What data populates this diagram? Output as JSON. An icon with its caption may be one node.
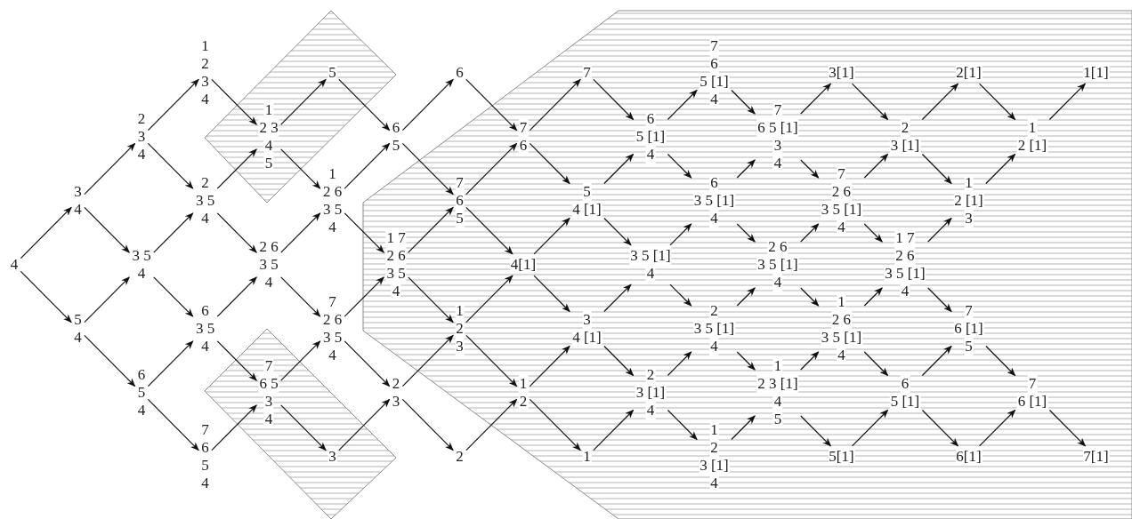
{
  "diagram": {
    "nodes": [
      {
        "text": [
          "4"
        ]
      },
      {
        "text": [
          "3",
          "4"
        ]
      },
      {
        "text": [
          "5",
          "4"
        ]
      },
      {
        "text": [
          "2",
          "3",
          "4"
        ]
      },
      {
        "text": [
          "3 5",
          "4"
        ]
      },
      {
        "text": [
          "6",
          "5",
          "4"
        ]
      },
      {
        "text": [
          "1",
          "2",
          "3",
          "4"
        ]
      },
      {
        "text": [
          "2",
          "3 5",
          "4"
        ]
      },
      {
        "text": [
          "6",
          "3 5",
          "4"
        ]
      },
      {
        "text": [
          "7",
          "6",
          "5",
          "4"
        ]
      },
      {
        "text": [
          "1",
          "2 3",
          "4",
          "5"
        ]
      },
      {
        "text": [
          "2 6",
          "3 5",
          "4"
        ]
      },
      {
        "text": [
          "7",
          "6 5",
          "3",
          "4"
        ]
      },
      {
        "text": [
          "5"
        ]
      },
      {
        "text": [
          "1",
          "2 6",
          "3 5",
          "4"
        ]
      },
      {
        "text": [
          "7",
          "2 6",
          "3 5",
          "4"
        ]
      },
      {
        "text": [
          "3"
        ]
      },
      {
        "text": [
          "6",
          "5"
        ]
      },
      {
        "text": [
          "1 7",
          "2 6",
          "3 5",
          "4"
        ]
      },
      {
        "text": [
          "2",
          "3"
        ]
      },
      {
        "text": [
          "6"
        ]
      },
      {
        "text": [
          "7",
          "6",
          "5"
        ]
      },
      {
        "text": [
          "1",
          "2",
          "3"
        ]
      },
      {
        "text": [
          "2"
        ]
      },
      {
        "text": [
          "7",
          "6"
        ]
      },
      {
        "text": [
          "4[1]"
        ]
      },
      {
        "text": [
          "1",
          "2"
        ]
      },
      {
        "text": [
          "7"
        ]
      },
      {
        "text": [
          "5",
          "4 [1]"
        ]
      },
      {
        "text": [
          "3",
          "4 [1]"
        ]
      },
      {
        "text": [
          "1"
        ]
      },
      {
        "text": [
          "6",
          "5 [1]",
          "4"
        ]
      },
      {
        "text": [
          "3 5 [1]",
          "4"
        ]
      },
      {
        "text": [
          "2",
          "3 [1]",
          "4"
        ]
      },
      {
        "text": [
          "7",
          "6",
          "5 [1]",
          "4"
        ]
      },
      {
        "text": [
          "6",
          "3 5 [1]",
          "4"
        ]
      },
      {
        "text": [
          "2",
          "3 5 [1]",
          "4"
        ]
      },
      {
        "text": [
          "1",
          "2",
          "3 [1]",
          "4"
        ]
      },
      {
        "text": [
          "7",
          "6 5 [1]",
          "3",
          "4"
        ]
      },
      {
        "text": [
          "2 6",
          "3 5 [1]",
          "4"
        ]
      },
      {
        "text": [
          "1",
          "2 3 [1]",
          "4",
          "5"
        ]
      },
      {
        "text": [
          "3[1]"
        ]
      },
      {
        "text": [
          "7",
          "2 6",
          "3 5 [1]",
          "4"
        ]
      },
      {
        "text": [
          "1",
          "2 6",
          "3 5 [1]",
          "4"
        ]
      },
      {
        "text": [
          "5[1]"
        ]
      },
      {
        "text": [
          "2",
          "3 [1]"
        ]
      },
      {
        "text": [
          "1 7",
          "2 6",
          "3 5 [1]",
          "4"
        ]
      },
      {
        "text": [
          "6",
          "5 [1]"
        ]
      },
      {
        "text": [
          "2[1]"
        ]
      },
      {
        "text": [
          "1",
          "2 [1]",
          "3"
        ]
      },
      {
        "text": [
          "7",
          "6 [1]",
          "5"
        ]
      },
      {
        "text": [
          "6[1]"
        ]
      },
      {
        "text": [
          "1",
          "2 [1]"
        ]
      },
      {
        "text": [
          "7",
          "6 [1]"
        ]
      },
      {
        "text": [
          "1[1]"
        ]
      },
      {
        "text": [
          "7[1]"
        ]
      }
    ],
    "edges": [
      {
        "from": 0,
        "to": 1,
        "arrow": "to"
      },
      {
        "from": 0,
        "to": 2,
        "arrow": "to"
      },
      {
        "from": 1,
        "to": 3,
        "arrow": "to"
      },
      {
        "from": 1,
        "to": 4,
        "arrow": "to"
      },
      {
        "from": 2,
        "to": 4,
        "arrow": "to"
      },
      {
        "from": 2,
        "to": 5,
        "arrow": "to"
      },
      {
        "from": 3,
        "to": 6,
        "arrow": "to"
      },
      {
        "from": 3,
        "to": 7,
        "arrow": "to"
      },
      {
        "from": 4,
        "to": 7,
        "arrow": "to"
      },
      {
        "from": 4,
        "to": 8,
        "arrow": "to"
      },
      {
        "from": 5,
        "to": 8,
        "arrow": "to"
      },
      {
        "from": 5,
        "to": 9,
        "arrow": "to"
      },
      {
        "from": 6,
        "to": 10,
        "arrow": "to"
      },
      {
        "from": 7,
        "to": 10,
        "arrow": "to"
      },
      {
        "from": 7,
        "to": 11,
        "arrow": "to"
      },
      {
        "from": 8,
        "to": 11,
        "arrow": "to"
      },
      {
        "from": 8,
        "to": 12,
        "arrow": "to"
      },
      {
        "from": 9,
        "to": 12,
        "arrow": "to"
      },
      {
        "from": 10,
        "to": 13,
        "arrow": "to"
      },
      {
        "from": 10,
        "to": 14,
        "arrow": "to"
      },
      {
        "from": 11,
        "to": 14,
        "arrow": "to"
      },
      {
        "from": 11,
        "to": 15,
        "arrow": "to"
      },
      {
        "from": 12,
        "to": 15,
        "arrow": "to"
      },
      {
        "from": 12,
        "to": 16,
        "arrow": "to"
      },
      {
        "from": 13,
        "to": 17,
        "arrow": "to"
      },
      {
        "from": 14,
        "to": 17,
        "arrow": "to"
      },
      {
        "from": 14,
        "to": 18,
        "arrow": "to"
      },
      {
        "from": 15,
        "to": 18,
        "arrow": "to"
      },
      {
        "from": 15,
        "to": 19,
        "arrow": "to"
      },
      {
        "from": 16,
        "to": 19,
        "arrow": "to"
      },
      {
        "from": 17,
        "to": 20,
        "arrow": "to"
      },
      {
        "from": 17,
        "to": 21,
        "arrow": "to"
      },
      {
        "from": 18,
        "to": 21,
        "arrow": "to"
      },
      {
        "from": 18,
        "to": 22,
        "arrow": "to"
      },
      {
        "from": 19,
        "to": 22,
        "arrow": "to"
      },
      {
        "from": 19,
        "to": 23,
        "arrow": "to"
      },
      {
        "from": 20,
        "to": 24,
        "arrow": "to"
      },
      {
        "from": 21,
        "to": 24,
        "arrow": "to"
      },
      {
        "from": 21,
        "to": 25,
        "arrow": "to"
      },
      {
        "from": 22,
        "to": 25,
        "arrow": "to"
      },
      {
        "from": 22,
        "to": 26,
        "arrow": "to"
      },
      {
        "from": 23,
        "to": 26,
        "arrow": "to"
      },
      {
        "from": 24,
        "to": 27,
        "arrow": "to"
      },
      {
        "from": 24,
        "to": 28,
        "arrow": "to"
      },
      {
        "from": 25,
        "to": 28,
        "arrow": "to"
      },
      {
        "from": 25,
        "to": 29,
        "arrow": "to"
      },
      {
        "from": 26,
        "to": 29,
        "arrow": "to"
      },
      {
        "from": 26,
        "to": 30,
        "arrow": "to"
      },
      {
        "from": 27,
        "to": 31,
        "arrow": "to"
      },
      {
        "from": 28,
        "to": 31,
        "arrow": "to"
      },
      {
        "from": 28,
        "to": 32,
        "arrow": "to"
      },
      {
        "from": 29,
        "to": 32,
        "arrow": "to"
      },
      {
        "from": 29,
        "to": 33,
        "arrow": "to"
      },
      {
        "from": 30,
        "to": 33,
        "arrow": "to"
      },
      {
        "from": 31,
        "to": 34,
        "arrow": "to"
      },
      {
        "from": 31,
        "to": 35,
        "arrow": "to"
      },
      {
        "from": 32,
        "to": 35,
        "arrow": "to"
      },
      {
        "from": 32,
        "to": 36,
        "arrow": "to"
      },
      {
        "from": 33,
        "to": 36,
        "arrow": "to"
      },
      {
        "from": 33,
        "to": 37,
        "arrow": "to"
      },
      {
        "from": 34,
        "to": 38,
        "arrow": "to"
      },
      {
        "from": 35,
        "to": 38,
        "arrow": "to"
      },
      {
        "from": 35,
        "to": 39,
        "arrow": "to"
      },
      {
        "from": 36,
        "to": 39,
        "arrow": "to"
      },
      {
        "from": 36,
        "to": 40,
        "arrow": "to"
      },
      {
        "from": 37,
        "to": 40,
        "arrow": "to"
      },
      {
        "from": 38,
        "to": 41,
        "arrow": "to"
      },
      {
        "from": 38,
        "to": 42,
        "arrow": "to"
      },
      {
        "from": 39,
        "to": 42,
        "arrow": "to"
      },
      {
        "from": 39,
        "to": 43,
        "arrow": "to"
      },
      {
        "from": 40,
        "to": 43,
        "arrow": "to"
      },
      {
        "from": 40,
        "to": 44,
        "arrow": "to"
      },
      {
        "from": 41,
        "to": 45,
        "arrow": "to"
      },
      {
        "from": 42,
        "to": 45,
        "arrow": "to"
      },
      {
        "from": 42,
        "to": 46,
        "arrow": "to"
      },
      {
        "from": 43,
        "to": 46,
        "arrow": "to"
      },
      {
        "from": 43,
        "to": 47,
        "arrow": "to"
      },
      {
        "from": 44,
        "to": 47,
        "arrow": "to"
      },
      {
        "from": 45,
        "to": 48,
        "arrow": "to"
      },
      {
        "from": 45,
        "to": 49,
        "arrow": "to"
      },
      {
        "from": 46,
        "to": 49,
        "arrow": "to"
      },
      {
        "from": 46,
        "to": 50,
        "arrow": "to"
      },
      {
        "from": 47,
        "to": 50,
        "arrow": "to"
      },
      {
        "from": 47,
        "to": 51,
        "arrow": "to"
      },
      {
        "from": 48,
        "to": 52,
        "arrow": "to"
      },
      {
        "from": 49,
        "to": 52,
        "arrow": "to"
      },
      {
        "from": 50,
        "to": 53,
        "arrow": "to"
      },
      {
        "from": 51,
        "to": 53,
        "arrow": "to"
      },
      {
        "from": 52,
        "to": 54,
        "arrow": "to"
      },
      {
        "from": 53,
        "to": 55,
        "arrow": "to"
      }
    ]
  }
}
